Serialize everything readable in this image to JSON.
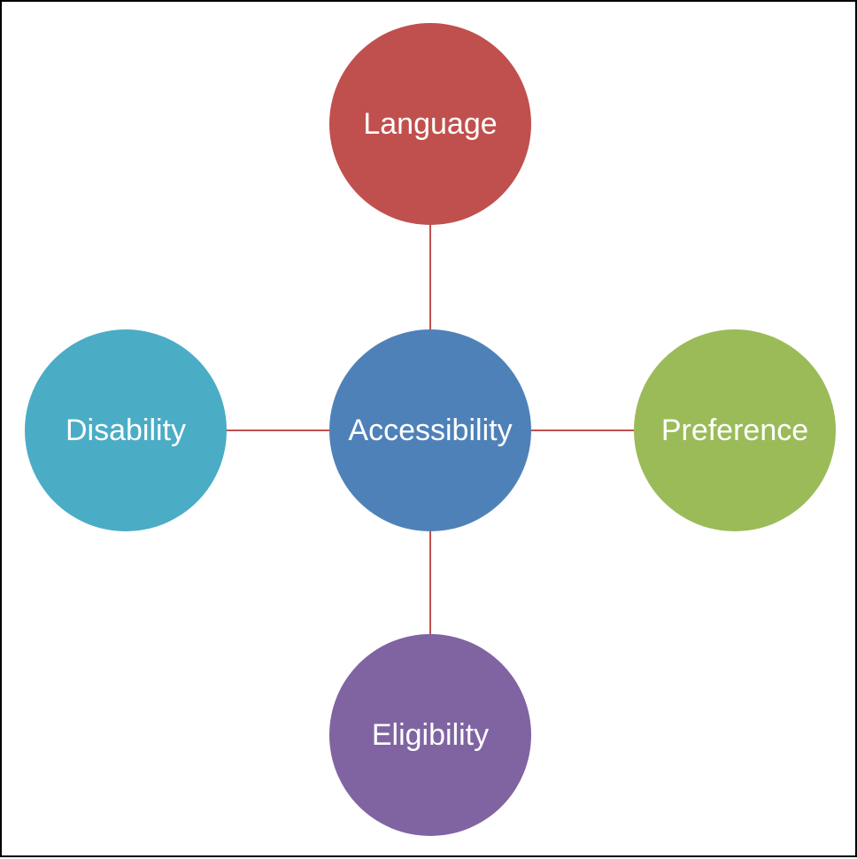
{
  "diagram": {
    "center": {
      "label": "Accessibility",
      "color": "#4f81b9"
    },
    "nodes": {
      "top": {
        "label": "Language",
        "color": "#c0504d"
      },
      "left": {
        "label": "Disability",
        "color": "#4bacc6"
      },
      "right": {
        "label": "Preference",
        "color": "#9bbb59"
      },
      "bottom": {
        "label": "Eligibility",
        "color": "#8064a2"
      }
    },
    "connector_color": "#c0504d"
  }
}
